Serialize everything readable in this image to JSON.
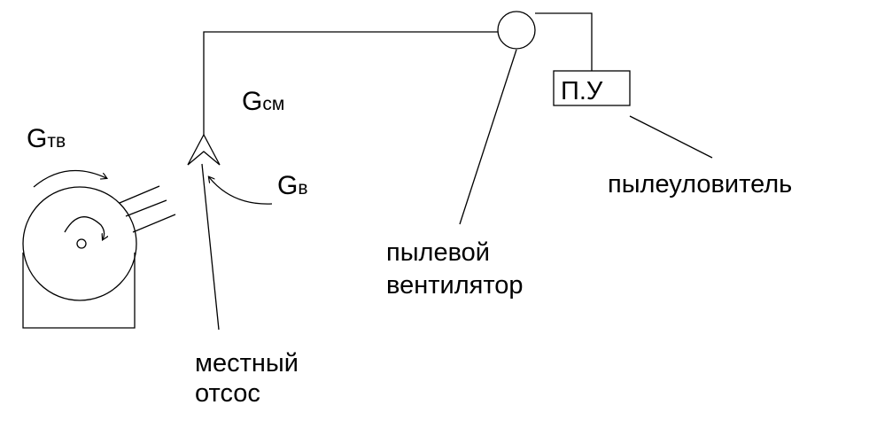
{
  "flows": {
    "g_letter": "G",
    "g_tv_sub": "тв",
    "g_cm_sub": "см",
    "g_v_sub": "в"
  },
  "labels": {
    "local_exhaust_line1": "местный",
    "local_exhaust_line2": "отсос",
    "dust_fan_line1": "пылевой",
    "dust_fan_line2": "вентилятор",
    "dust_collector": "пылеуловитель",
    "dust_collector_box": "П.У"
  }
}
